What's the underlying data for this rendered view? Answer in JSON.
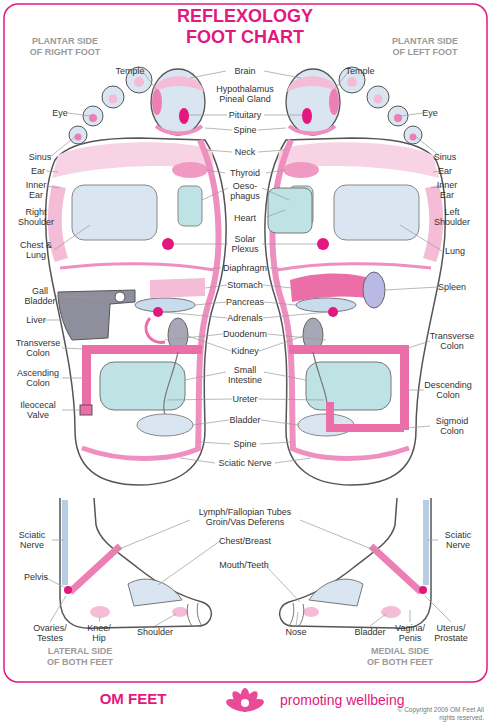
{
  "diagram": {
    "title": "REFLEXOLOGY FOOT CHART",
    "labels": [
      "PLANTAR SIDE OF RIGHT FOOT",
      "PLANTAR SIDE OF LEFT FOOT",
      "Temple",
      "Brain",
      "Temple",
      "Hypothalamus Pineal Gland",
      "Eye",
      "Pituitary",
      "Eye",
      "Spine",
      "Sinus",
      "Neck",
      "Sinus",
      "Ear",
      "Thyroid",
      "Ear",
      "Inner Ear",
      "Oeso- phagus",
      "Inner Ear",
      "Right Shoulder",
      "Heart",
      "Left Shoulder",
      "Chest & Lung",
      "Solar Plexus",
      "Lung",
      "Diaphragm",
      "Gall Bladder",
      "Stomach",
      "Spleen",
      "Pancreas",
      "Liver",
      "Adrenals",
      "Duodenum",
      "Transverse Colon",
      "Transverse Colon",
      "Kidney",
      "Ascending Colon",
      "Small Intestine",
      "Ureter",
      "Descending Colon",
      "Ileocecal Valve",
      "Bladder",
      "Sigmoid Colon",
      "Spine",
      "Sciatic Nerve",
      "Lymph/Fallopian Tubes Groin/Vas Deferens",
      "Sciatic Nerve",
      "Sciatic Nerve",
      "Chest/Breast",
      "Mouth/Teeth",
      "Pelvis",
      "Ovaries/ Testes",
      "Knee/ Hip",
      "Shoulder",
      "Nose",
      "Bladder",
      "Vagina/ Penis",
      "Uterus/ Prostate",
      "LATERAL SIDE OF BOTH FEET",
      "MEDIAL SIDE OF BOTH FEET",
      "OM FEET",
      "promoting wellbeing",
      "© Copyright 2009 OM Feet All rights reserved."
    ]
  }
}
